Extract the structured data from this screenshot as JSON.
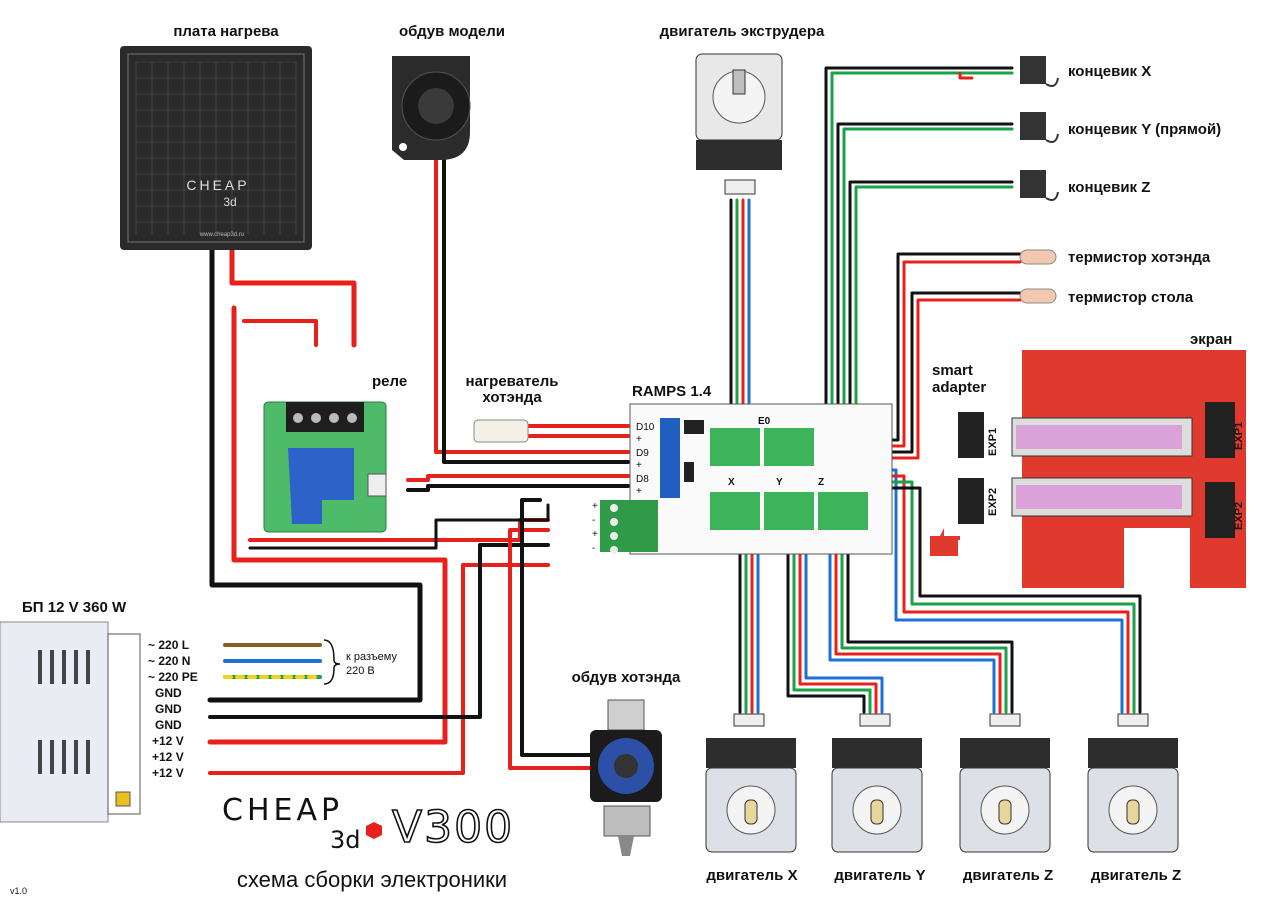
{
  "labels": {
    "heatbed": "плата нагрева",
    "model_fan": "обдув модели",
    "extruder_motor": "двигатель экструдера",
    "endstop_x": "концевик X",
    "endstop_y": "концевик Y (прямой)",
    "endstop_z": "концевик Z",
    "thermistor_hotend": "термистор хотэнда",
    "thermistor_bed": "термистор стола",
    "screen": "экран",
    "smart_adapter": "smart\nadapter",
    "relay": "реле",
    "hotend_heater": "нагреватель\nхотэнда",
    "ramps": "RAMPS 1.4",
    "psu": "БП 12 V 360 W",
    "hotend_fan": "обдув хотэнда",
    "motor_x": "двигатель X",
    "motor_y": "двигатель Y",
    "motor_z1": "двигатель Z",
    "motor_z2": "двигатель Z",
    "mains_note": "к разъему\n220 В",
    "caption": "схема сборки электроники",
    "version": "v1.0",
    "logo_model": "V300",
    "heatbed_url": "www.cheap3d.ru"
  },
  "psu_terminals": [
    "~ 220 L",
    "~ 220 N",
    "~ 220 PE",
    "GND",
    "GND",
    "GND",
    "+12 V",
    "+12 V",
    "+12 V"
  ],
  "ramps_pins": [
    "D10",
    "+",
    "D9",
    "+",
    "D8",
    "+"
  ],
  "ramps_power_pins": [
    "+",
    "-",
    "+",
    "-"
  ],
  "ramps_driver_labels": [
    "E0",
    "X",
    "Y",
    "Z"
  ],
  "screen_ports": [
    "EXP1",
    "EXP2"
  ],
  "adapter_ports": [
    "EXP1",
    "EXP2"
  ],
  "colors": {
    "wire_red": "#e8201c",
    "wire_black": "#111111",
    "wire_green": "#1aa14a",
    "wire_blue": "#1e6fd6",
    "board_green": "#3db35a",
    "screen_red": "#e03a2e",
    "terminal_green": "#2f9a47",
    "brown": "#8a5a22",
    "yellow": "#f5d21f"
  }
}
